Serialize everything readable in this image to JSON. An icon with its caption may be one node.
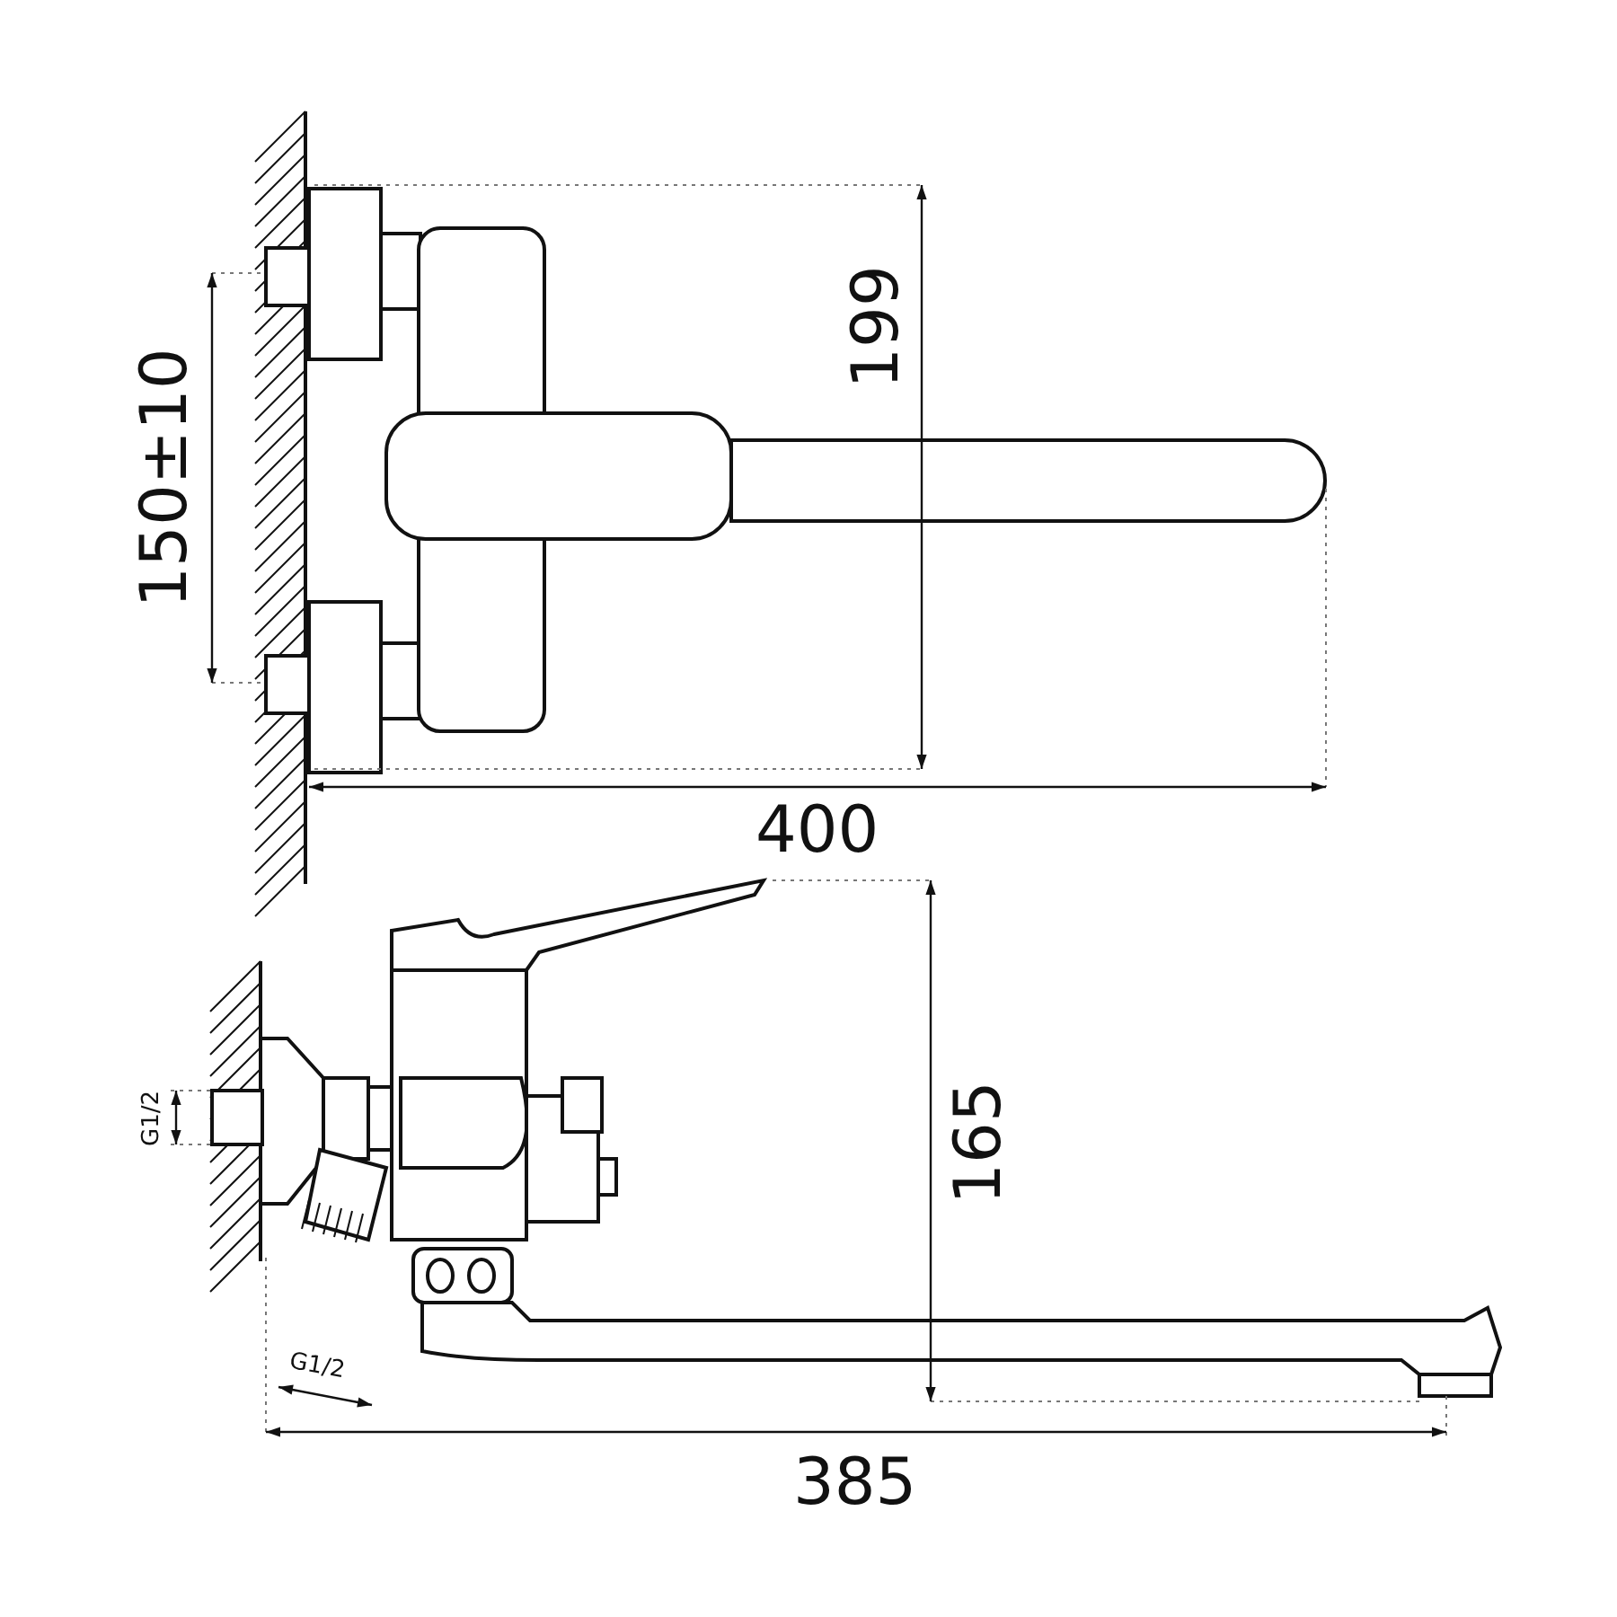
{
  "diagram": {
    "labels": [
      "199",
      "150±10",
      "400",
      "G1/2",
      "165",
      "G1/2",
      "385"
    ]
  }
}
